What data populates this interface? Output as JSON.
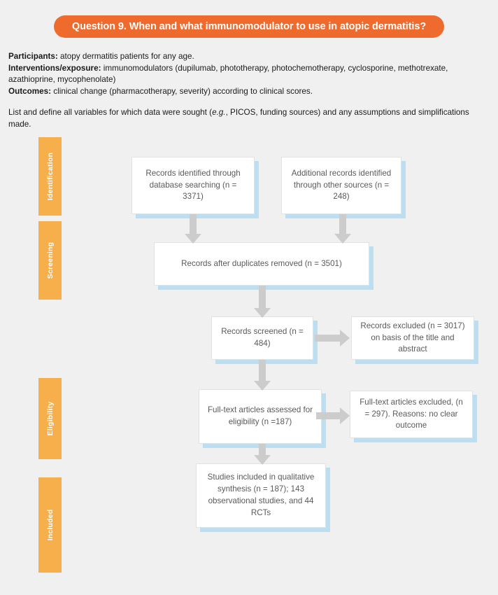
{
  "banner": {
    "title": "Question 9. When and what immunomodulator to use in atopic dermatitis?",
    "color": "#ee6b2d"
  },
  "intro": {
    "participants_label": "Participants:",
    "participants_text": " atopy dermatitis patients for any age.",
    "interventions_label": "Interventions/exposure:",
    "interventions_text": " immunomodulators (dupilumab, phototherapy, photochemotherapy, cyclosporine, methotrexate, azathioprine, mycophenolate)",
    "outcomes_label": "Outcomes:",
    "outcomes_text": " clinical change (pharmacotherapy, severity) according to clinical scores.",
    "note_part1": "List and define all variables for which data were sought (",
    "note_italic": "e.g.",
    "note_part2": ", PICOS, funding sources) and any assumptions and simplifications made."
  },
  "stages": {
    "color": "#f7af4c",
    "identification": "Identification",
    "screening": "Screening",
    "eligibility": "Eligibility",
    "included": "Included"
  },
  "flow": {
    "box_fill": "#ffffff",
    "shadow_color": "#bbdff0",
    "arrow_color": "#cccccc",
    "db_search": "Records identified through database searching (n = 3371)",
    "other_sources": "Additional records identified through other sources (n = 248)",
    "dedup": "Records after duplicates removed (n = 3501)",
    "screened": "Records screened (n = 484)",
    "excluded_screened": "Records excluded (n = 3017) on basis of the title and abstract",
    "fulltext_assessed": "Full-text articles assessed for eligibility (n =187)",
    "fulltext_excluded": "Full-text articles excluded, (n = 297). Reasons: no clear outcome",
    "included_synthesis": "Studies included in qualitative synthesis (n = 187); 143 observational studies, and 44 RCTs"
  },
  "chart_data": {
    "type": "diagram",
    "title": "PRISMA flow diagram",
    "stages": [
      "Identification",
      "Screening",
      "Eligibility",
      "Included"
    ],
    "nodes": [
      {
        "id": "db_search",
        "stage": "Identification",
        "label": "Records identified through database searching",
        "n": 3371
      },
      {
        "id": "other_sources",
        "stage": "Identification",
        "label": "Additional records identified through other sources",
        "n": 248
      },
      {
        "id": "dedup",
        "stage": "Identification",
        "label": "Records after duplicates removed",
        "n": 3501
      },
      {
        "id": "screened",
        "stage": "Screening",
        "label": "Records screened",
        "n": 484
      },
      {
        "id": "excluded_screened",
        "stage": "Screening",
        "label": "Records excluded on basis of the title and abstract",
        "n": 3017
      },
      {
        "id": "fulltext_assessed",
        "stage": "Eligibility",
        "label": "Full-text articles assessed for eligibility",
        "n": 187
      },
      {
        "id": "fulltext_excluded",
        "stage": "Eligibility",
        "label": "Full-text articles excluded. Reasons: no clear outcome",
        "n": 297
      },
      {
        "id": "included_synthesis",
        "stage": "Included",
        "label": "Studies included in qualitative synthesis",
        "n": 187,
        "observational": 143,
        "rcts": 44
      }
    ],
    "edges": [
      {
        "from": "db_search",
        "to": "dedup"
      },
      {
        "from": "other_sources",
        "to": "dedup"
      },
      {
        "from": "dedup",
        "to": "screened"
      },
      {
        "from": "screened",
        "to": "excluded_screened"
      },
      {
        "from": "screened",
        "to": "fulltext_assessed"
      },
      {
        "from": "fulltext_assessed",
        "to": "fulltext_excluded"
      },
      {
        "from": "fulltext_assessed",
        "to": "included_synthesis"
      }
    ]
  }
}
